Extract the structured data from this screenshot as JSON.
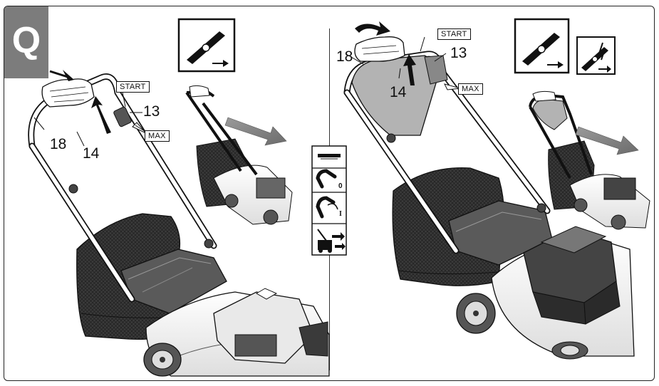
{
  "section_badge": "Q",
  "left_panel": {
    "callouts": {
      "start": "START",
      "max": "MAX",
      "n13": "13",
      "n18": "18",
      "n14": "14"
    }
  },
  "right_panel": {
    "callouts": {
      "start": "START",
      "max": "MAX",
      "n13": "13",
      "n18": "18",
      "n14": "14"
    }
  },
  "center_legend": {
    "symbols": [
      "handle-bar-symbol",
      "blade-brake-off-symbol",
      "blade-brake-on-symbol",
      "drive-mower-symbol"
    ],
    "labels": {
      "off": "0",
      "on": "I"
    }
  },
  "icons": [
    "blade-rotation-icon",
    "blade-electric-start-icon"
  ]
}
